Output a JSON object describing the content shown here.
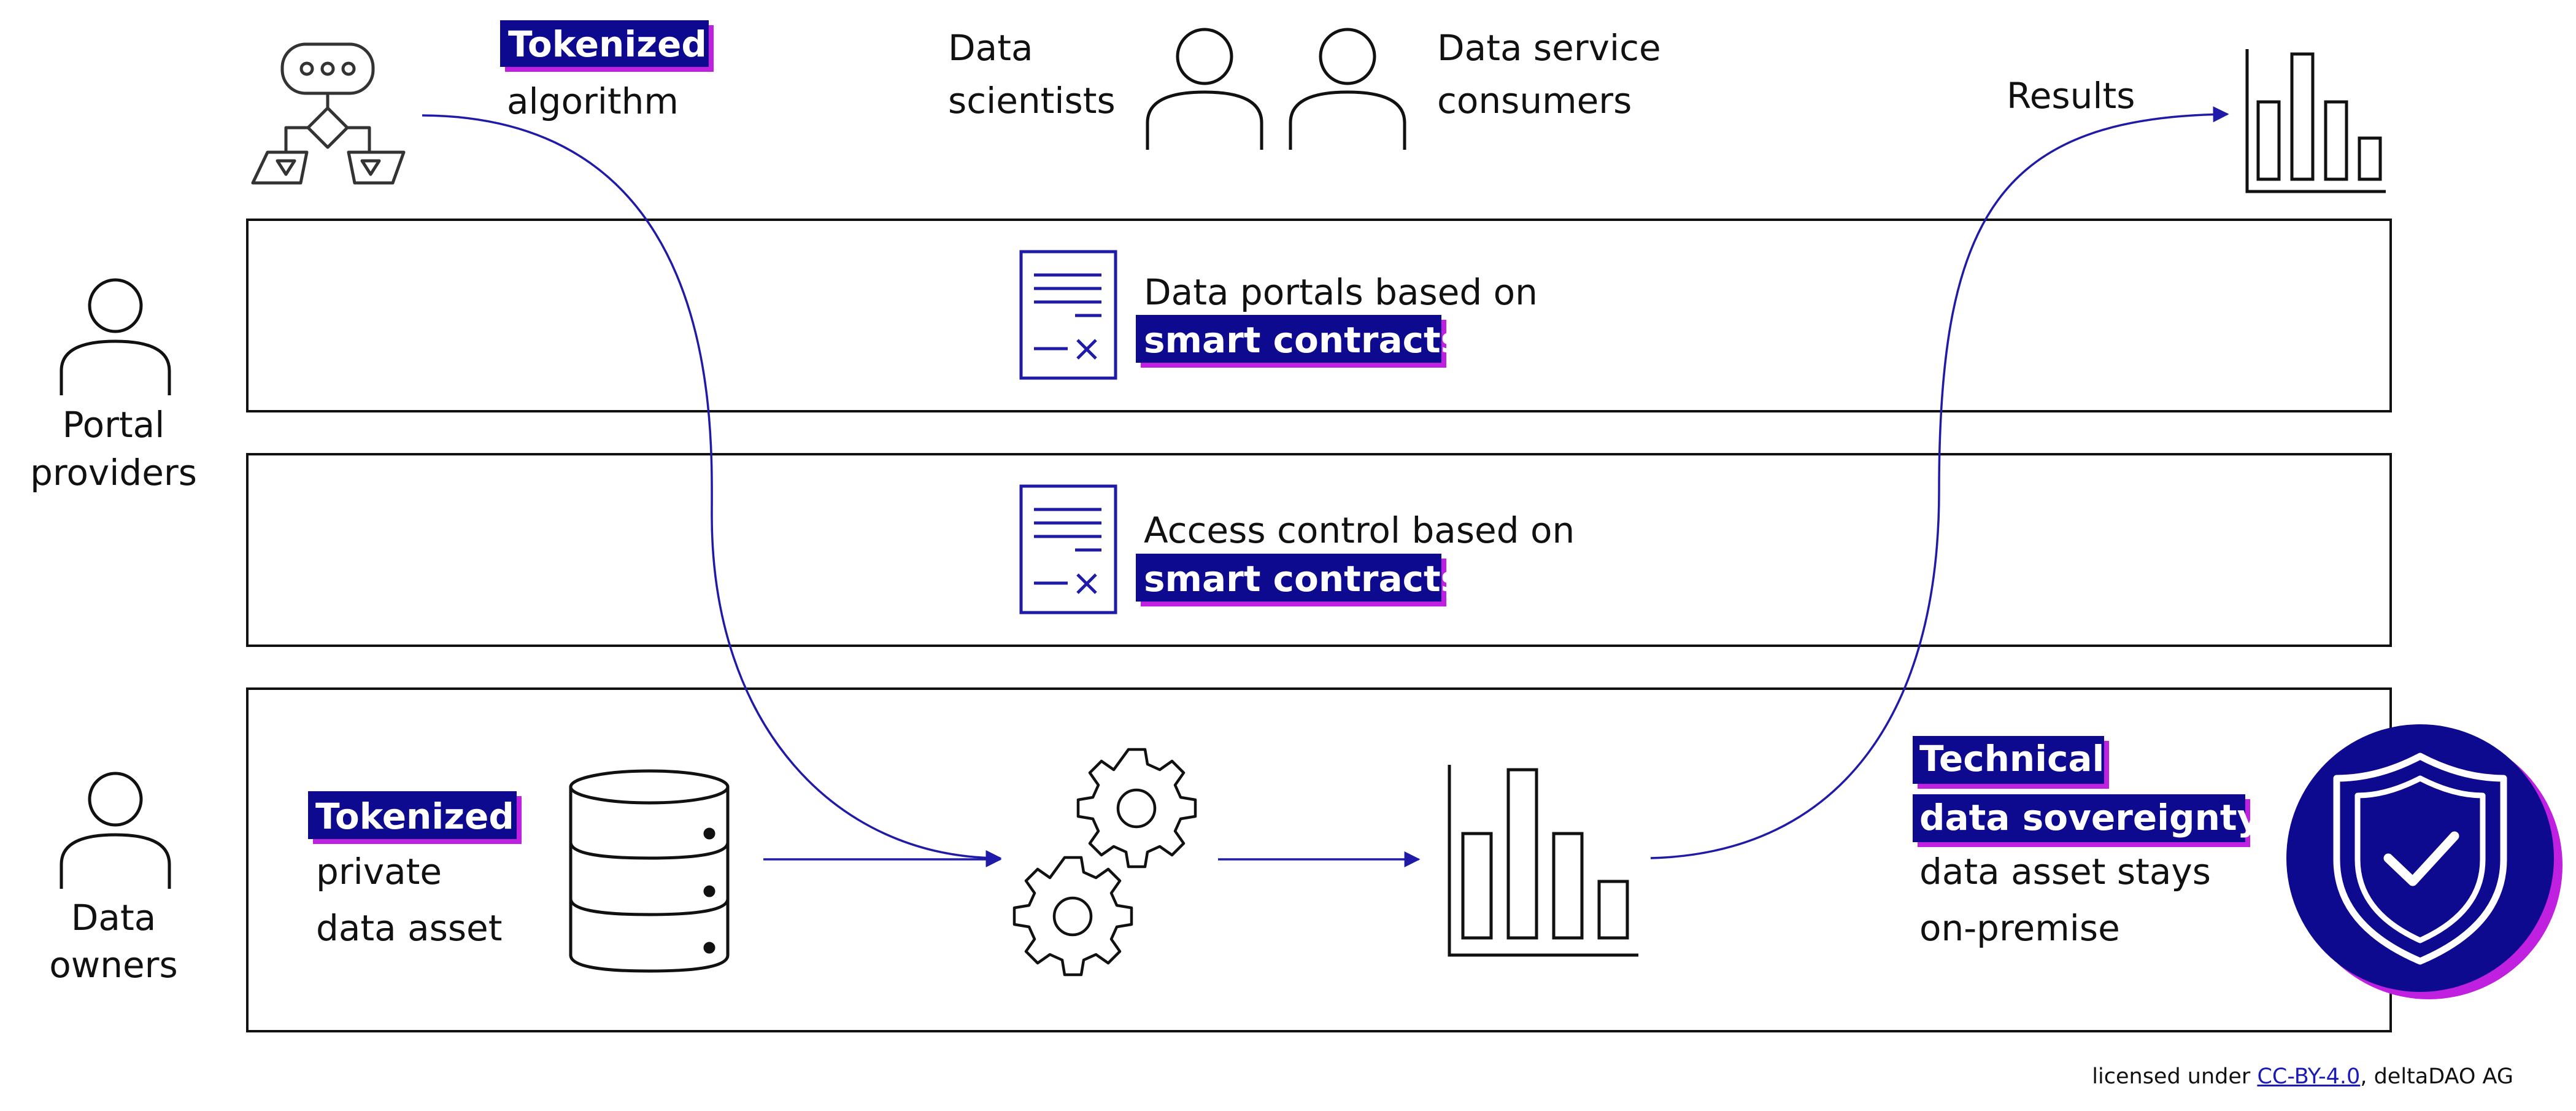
{
  "roles": {
    "data_scientists": [
      "Data",
      "scientists"
    ],
    "data_service_consumers": [
      "Data service",
      "consumers"
    ],
    "portal_providers": [
      "Portal",
      "providers"
    ],
    "data_owners": [
      "Data",
      "owners"
    ]
  },
  "algorithm": {
    "highlight": "Tokenized",
    "line": "algorithm"
  },
  "results_label": "Results",
  "data_portals": {
    "line1": "Data portals based on",
    "highlight": "smart contracts"
  },
  "access_control": {
    "line1": "Access control based on",
    "highlight": "smart contracts"
  },
  "data_asset": {
    "highlight": "Tokenized",
    "line1": "private",
    "line2": "data asset"
  },
  "sovereignty": {
    "highlight1": "Technical",
    "highlight2": "data sovereignty",
    "line1": "data asset stays",
    "line2": "on-premise"
  },
  "footer": {
    "prefix": "licensed under ",
    "license_link": "CC-BY-4.0",
    "suffix": ", deltaDAO AG"
  },
  "colors": {
    "highlight_bg": "#0d0a8f",
    "highlight_shadow": "#c020e0",
    "accent": "#1f1aa8",
    "shield_bg": "#0d0a8f",
    "line": "#111111"
  },
  "icons": [
    "algorithm-flowchart-icon",
    "person-icon",
    "bar-chart-icon",
    "contract-document-icon",
    "database-icon",
    "gears-icon",
    "shield-check-icon"
  ]
}
